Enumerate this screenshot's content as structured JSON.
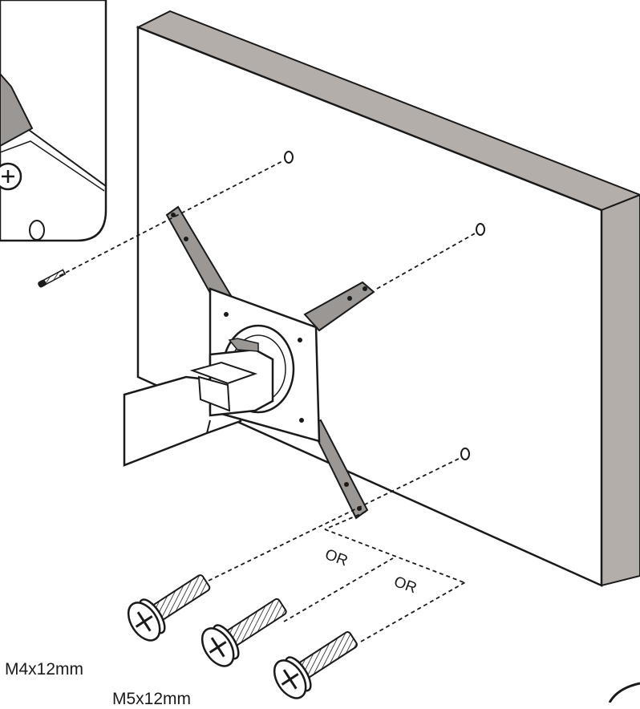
{
  "diagram": {
    "or_labels": [
      "OR",
      "OR"
    ],
    "screw_sizes": [
      "M4x12mm",
      "M5x12mm"
    ]
  },
  "colors": {
    "ink": "#1a1a1a",
    "wall_edge": "#b3aeaa",
    "bracket_fill": "#9a9794",
    "background": "#ffffff"
  }
}
